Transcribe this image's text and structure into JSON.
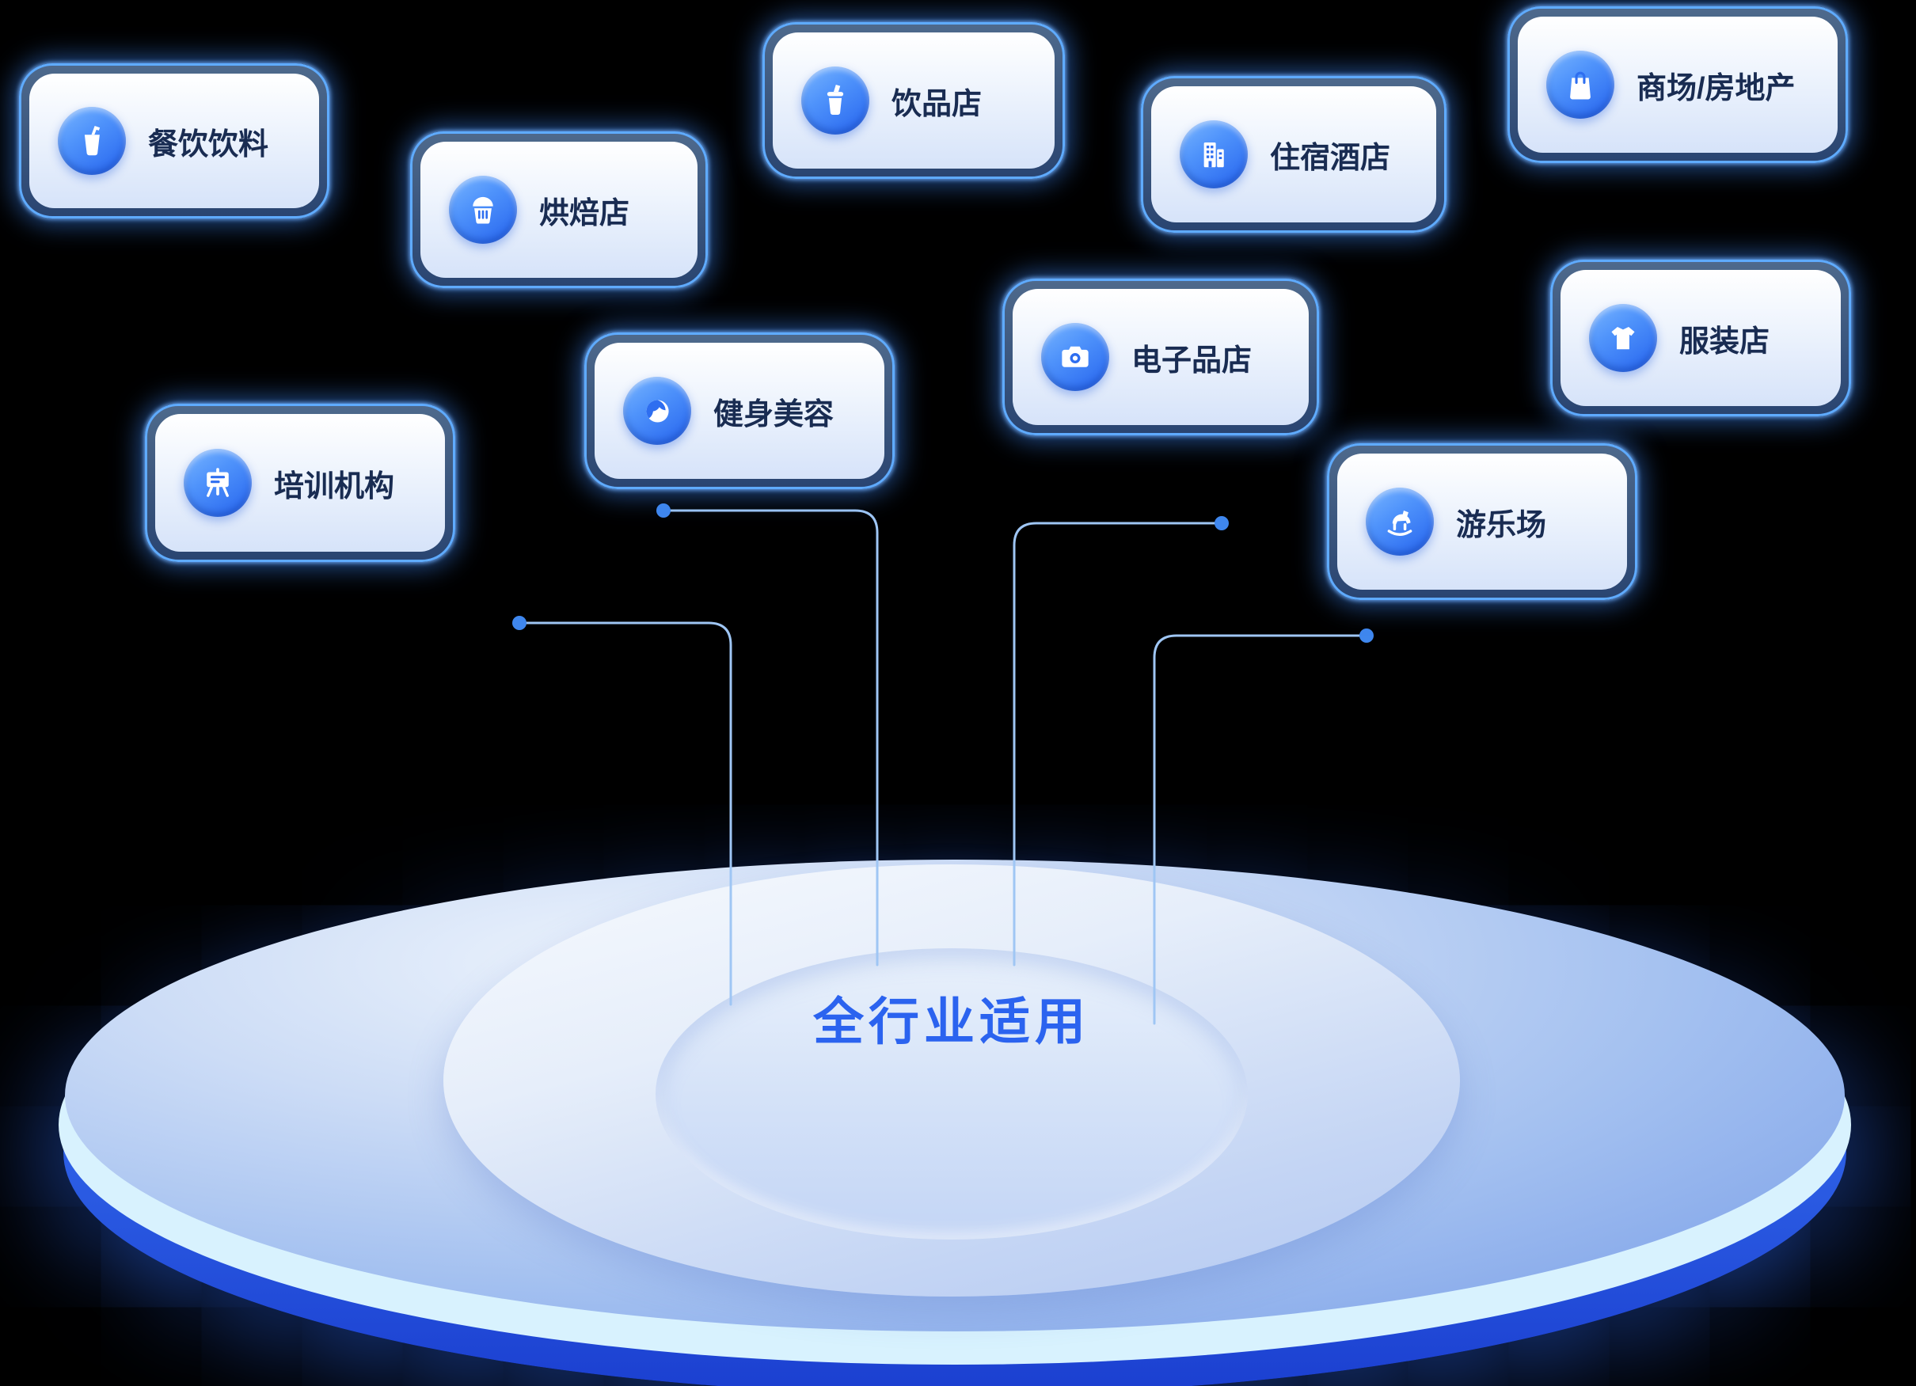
{
  "cards": [
    {
      "label": "餐饮饮料",
      "icon": "drink-cup-icon"
    },
    {
      "label": "烘焙店",
      "icon": "bakery-cupcake-icon"
    },
    {
      "label": "饮品店",
      "icon": "beverage-cup-icon"
    },
    {
      "label": "住宿酒店",
      "icon": "hotel-building-icon"
    },
    {
      "label": "商场/房地产",
      "icon": "shopping-bag-icon"
    },
    {
      "label": "电子品店",
      "icon": "camera-icon"
    },
    {
      "label": "服装店",
      "icon": "tshirt-icon"
    },
    {
      "label": "健身美容",
      "icon": "beauty-face-icon"
    },
    {
      "label": "培训机构",
      "icon": "training-easel-icon"
    },
    {
      "label": "游乐场",
      "icon": "rocking-horse-icon"
    }
  ],
  "disc": {
    "label": "全行业适用"
  },
  "colors": {
    "background": "#000000",
    "card_border": "#5fabff",
    "card_text": "#192c52",
    "icon_accent": "#2e6ef0",
    "connector_line": "#9fc6f4",
    "connector_dot": "#3f87ee",
    "disc_text": "#2b63ef",
    "disc_side": "#2f63e8",
    "disc_rim": "#d8f2fe"
  }
}
